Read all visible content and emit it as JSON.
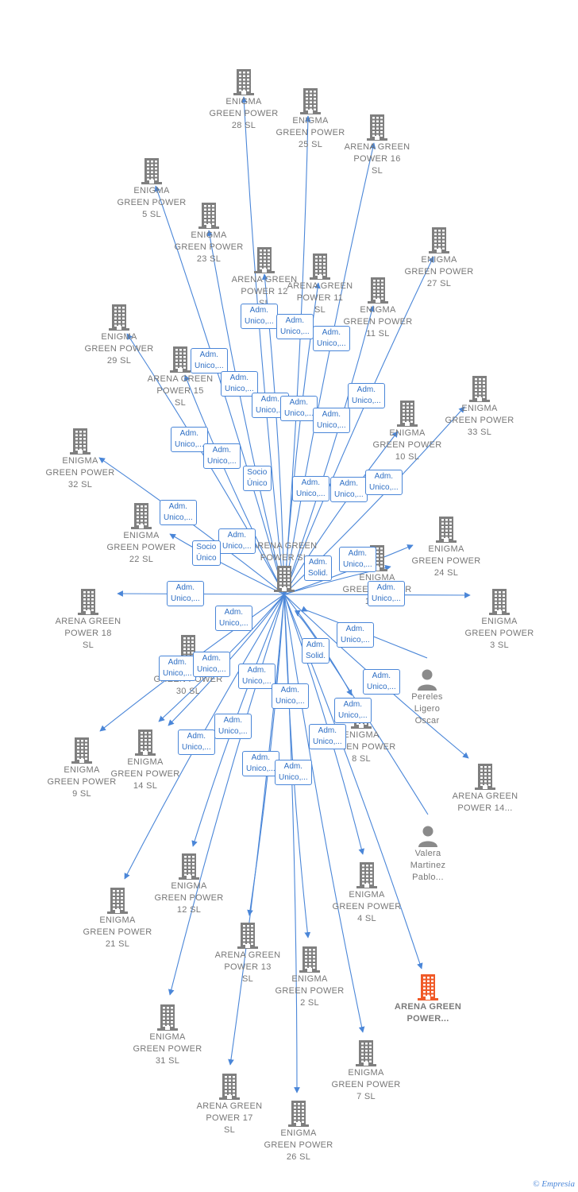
{
  "center": {
    "label": "ARENA GREEN POWER SL"
  },
  "colors": {
    "edge": "#4a86d8",
    "building": "#7f7f7f",
    "highlight": "#f05a28",
    "person": "#8a8a8a"
  },
  "nodes": [
    {
      "id": "n28",
      "label": "ENIGMA GREEN POWER 28  SL",
      "type": "building"
    },
    {
      "id": "n25",
      "label": "ENIGMA GREEN POWER 25  SL",
      "type": "building"
    },
    {
      "id": "a16",
      "label": "ARENA GREEN POWER 16  SL",
      "type": "building"
    },
    {
      "id": "n5",
      "label": "ENIGMA GREEN POWER 5  SL",
      "type": "building"
    },
    {
      "id": "n23",
      "label": "ENIGMA GREEN POWER 23  SL",
      "type": "building"
    },
    {
      "id": "a12",
      "label": "ARENA GREEN POWER 12  SL",
      "type": "building"
    },
    {
      "id": "a11",
      "label": "ARENA GREEN POWER 11  SL",
      "type": "building"
    },
    {
      "id": "n11",
      "label": "ENIGMA GREEN POWER 11  SL",
      "type": "building"
    },
    {
      "id": "n27",
      "label": "ENIGMA GREEN POWER 27  SL",
      "type": "building"
    },
    {
      "id": "n29",
      "label": "ENIGMA GREEN POWER 29  SL",
      "type": "building"
    },
    {
      "id": "a15",
      "label": "ARENA GREEN POWER 15  SL",
      "type": "building"
    },
    {
      "id": "n33",
      "label": "ENIGMA GREEN POWER 33  SL",
      "type": "building"
    },
    {
      "id": "n10",
      "label": "ENIGMA GREEN POWER 10  SL",
      "type": "building"
    },
    {
      "id": "n32",
      "label": "ENIGMA GREEN POWER 32  SL",
      "type": "building"
    },
    {
      "id": "n22",
      "label": "ENIGMA GREEN POWER 22  SL",
      "type": "building"
    },
    {
      "id": "n24",
      "label": "ENIGMA GREEN POWER 24  SL",
      "type": "building"
    },
    {
      "id": "n13",
      "label": "ENIGMA GREEN POWER 13  SL",
      "type": "building"
    },
    {
      "id": "a18",
      "label": "ARENA GREEN POWER 18  SL",
      "type": "building"
    },
    {
      "id": "n3",
      "label": "ENIGMA GREEN POWER 3  SL",
      "type": "building"
    },
    {
      "id": "n30",
      "label": "ENIGMA GREEN POWER 30  SL",
      "type": "building"
    },
    {
      "id": "p1",
      "label": "Pereles Ligero Oscar",
      "type": "person"
    },
    {
      "id": "n8",
      "label": "ENIGMA GREEN POWER 8  SL",
      "type": "building"
    },
    {
      "id": "n9",
      "label": "ENIGMA GREEN POWER 9  SL",
      "type": "building"
    },
    {
      "id": "n14",
      "label": "ENIGMA GREEN POWER 14  SL",
      "type": "building"
    },
    {
      "id": "a14",
      "label": "ARENA GREEN POWER 14...",
      "type": "building"
    },
    {
      "id": "p2",
      "label": "Valera Martinez Pablo...",
      "type": "person"
    },
    {
      "id": "n12",
      "label": "ENIGMA GREEN POWER 12  SL",
      "type": "building"
    },
    {
      "id": "n4",
      "label": "ENIGMA GREEN POWER 4  SL",
      "type": "building"
    },
    {
      "id": "n21",
      "label": "ENIGMA GREEN POWER 21  SL",
      "type": "building"
    },
    {
      "id": "a13",
      "label": "ARENA GREEN POWER 13  SL",
      "type": "building"
    },
    {
      "id": "n2",
      "label": "ENIGMA GREEN POWER 2  SL",
      "type": "building"
    },
    {
      "id": "ahl",
      "label": "ARENA GREEN POWER...",
      "type": "highlight"
    },
    {
      "id": "n31",
      "label": "ENIGMA GREEN POWER 31  SL",
      "type": "building"
    },
    {
      "id": "a17",
      "label": "ARENA GREEN POWER 17  SL",
      "type": "building"
    },
    {
      "id": "n7",
      "label": "ENIGMA GREEN POWER 7  SL",
      "type": "building"
    },
    {
      "id": "n26",
      "label": "ENIGMA GREEN POWER 26  SL",
      "type": "building"
    }
  ],
  "edge_labels": [
    {
      "text": "Adm. Unico,..."
    },
    {
      "text": "Adm. Unico,..."
    },
    {
      "text": "Adm. Unico,..."
    },
    {
      "text": "Adm. Unico,..."
    },
    {
      "text": "Adm. Unico,..."
    },
    {
      "text": "Adm. Unico,..."
    },
    {
      "text": "Adm. Unico,..."
    },
    {
      "text": "Adm. Unico,..."
    },
    {
      "text": "Adm. Unico,..."
    },
    {
      "text": "Adm. Unico,..."
    },
    {
      "text": "Adm. Unico,..."
    },
    {
      "text": "Socio Único"
    },
    {
      "text": "Adm. Unico,..."
    },
    {
      "text": "Adm. Unico,..."
    },
    {
      "text": "Adm. Unico,..."
    },
    {
      "text": "Adm. Unico,..."
    },
    {
      "text": "Adm. Unico,..."
    },
    {
      "text": "Socio Único"
    },
    {
      "text": "Adm. Unico,..."
    },
    {
      "text": "Adm. Unico,..."
    },
    {
      "text": "Adm. Solid."
    },
    {
      "text": "Adm. Unico,..."
    },
    {
      "text": "Adm. Unico,..."
    },
    {
      "text": "Adm. Unico,..."
    },
    {
      "text": "Adm. Unico,..."
    },
    {
      "text": "Adm. Unico,..."
    },
    {
      "text": "Adm. Unico,..."
    },
    {
      "text": "Adm. Solid."
    },
    {
      "text": "Adm. Unico,..."
    },
    {
      "text": "Adm. Unico,..."
    },
    {
      "text": "Adm. Unico,..."
    },
    {
      "text": "Adm. Unico,..."
    },
    {
      "text": "Adm. Unico,..."
    },
    {
      "text": "Adm. Unico,..."
    },
    {
      "text": "Adm. Unico,..."
    },
    {
      "text": "Adm. Unico,..."
    }
  ],
  "footer": {
    "copyright": "©",
    "brand": "Empresia"
  }
}
